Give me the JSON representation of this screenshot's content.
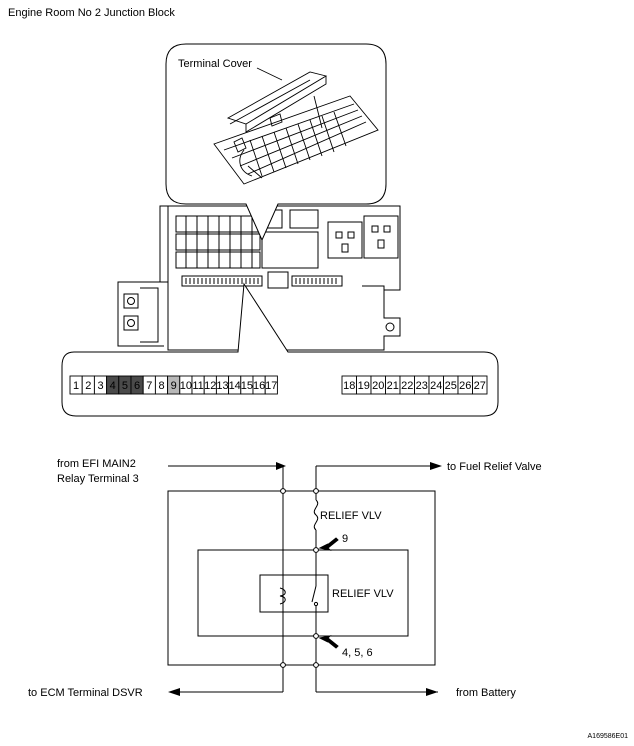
{
  "title": "Engine Room No  2 Junction Block",
  "terminal_cover_label": "Terminal Cover",
  "terminals_left": [
    "1",
    "2",
    "3",
    "4",
    "5",
    "6",
    "7",
    "8",
    "9",
    "10",
    "11",
    "12",
    "13",
    "14",
    "15",
    "16",
    "17"
  ],
  "terminals_right": [
    "18",
    "19",
    "20",
    "21",
    "22",
    "23",
    "24",
    "25",
    "26",
    "27"
  ],
  "highlighted_dark": [
    "4",
    "5",
    "6"
  ],
  "highlighted_light": [
    "9"
  ],
  "colors": {
    "dark_fill": "#4a4a4a",
    "light_fill": "#b8b8b8",
    "line": "#000000"
  },
  "circuit": {
    "from_efi_line1": "from EFI MAIN2",
    "from_efi_line2": "Relay Terminal 3",
    "to_fuel_relief": "to Fuel Relief Valve",
    "relief_vlv_top": "RELIEF VLV",
    "relief_vlv_inner": "RELIEF VLV",
    "terminal_9": "9",
    "terminal_456": "4, 5, 6",
    "to_ecm": "to ECM Terminal DSVR",
    "from_battery": "from Battery"
  },
  "figure_code": "A169586E01"
}
